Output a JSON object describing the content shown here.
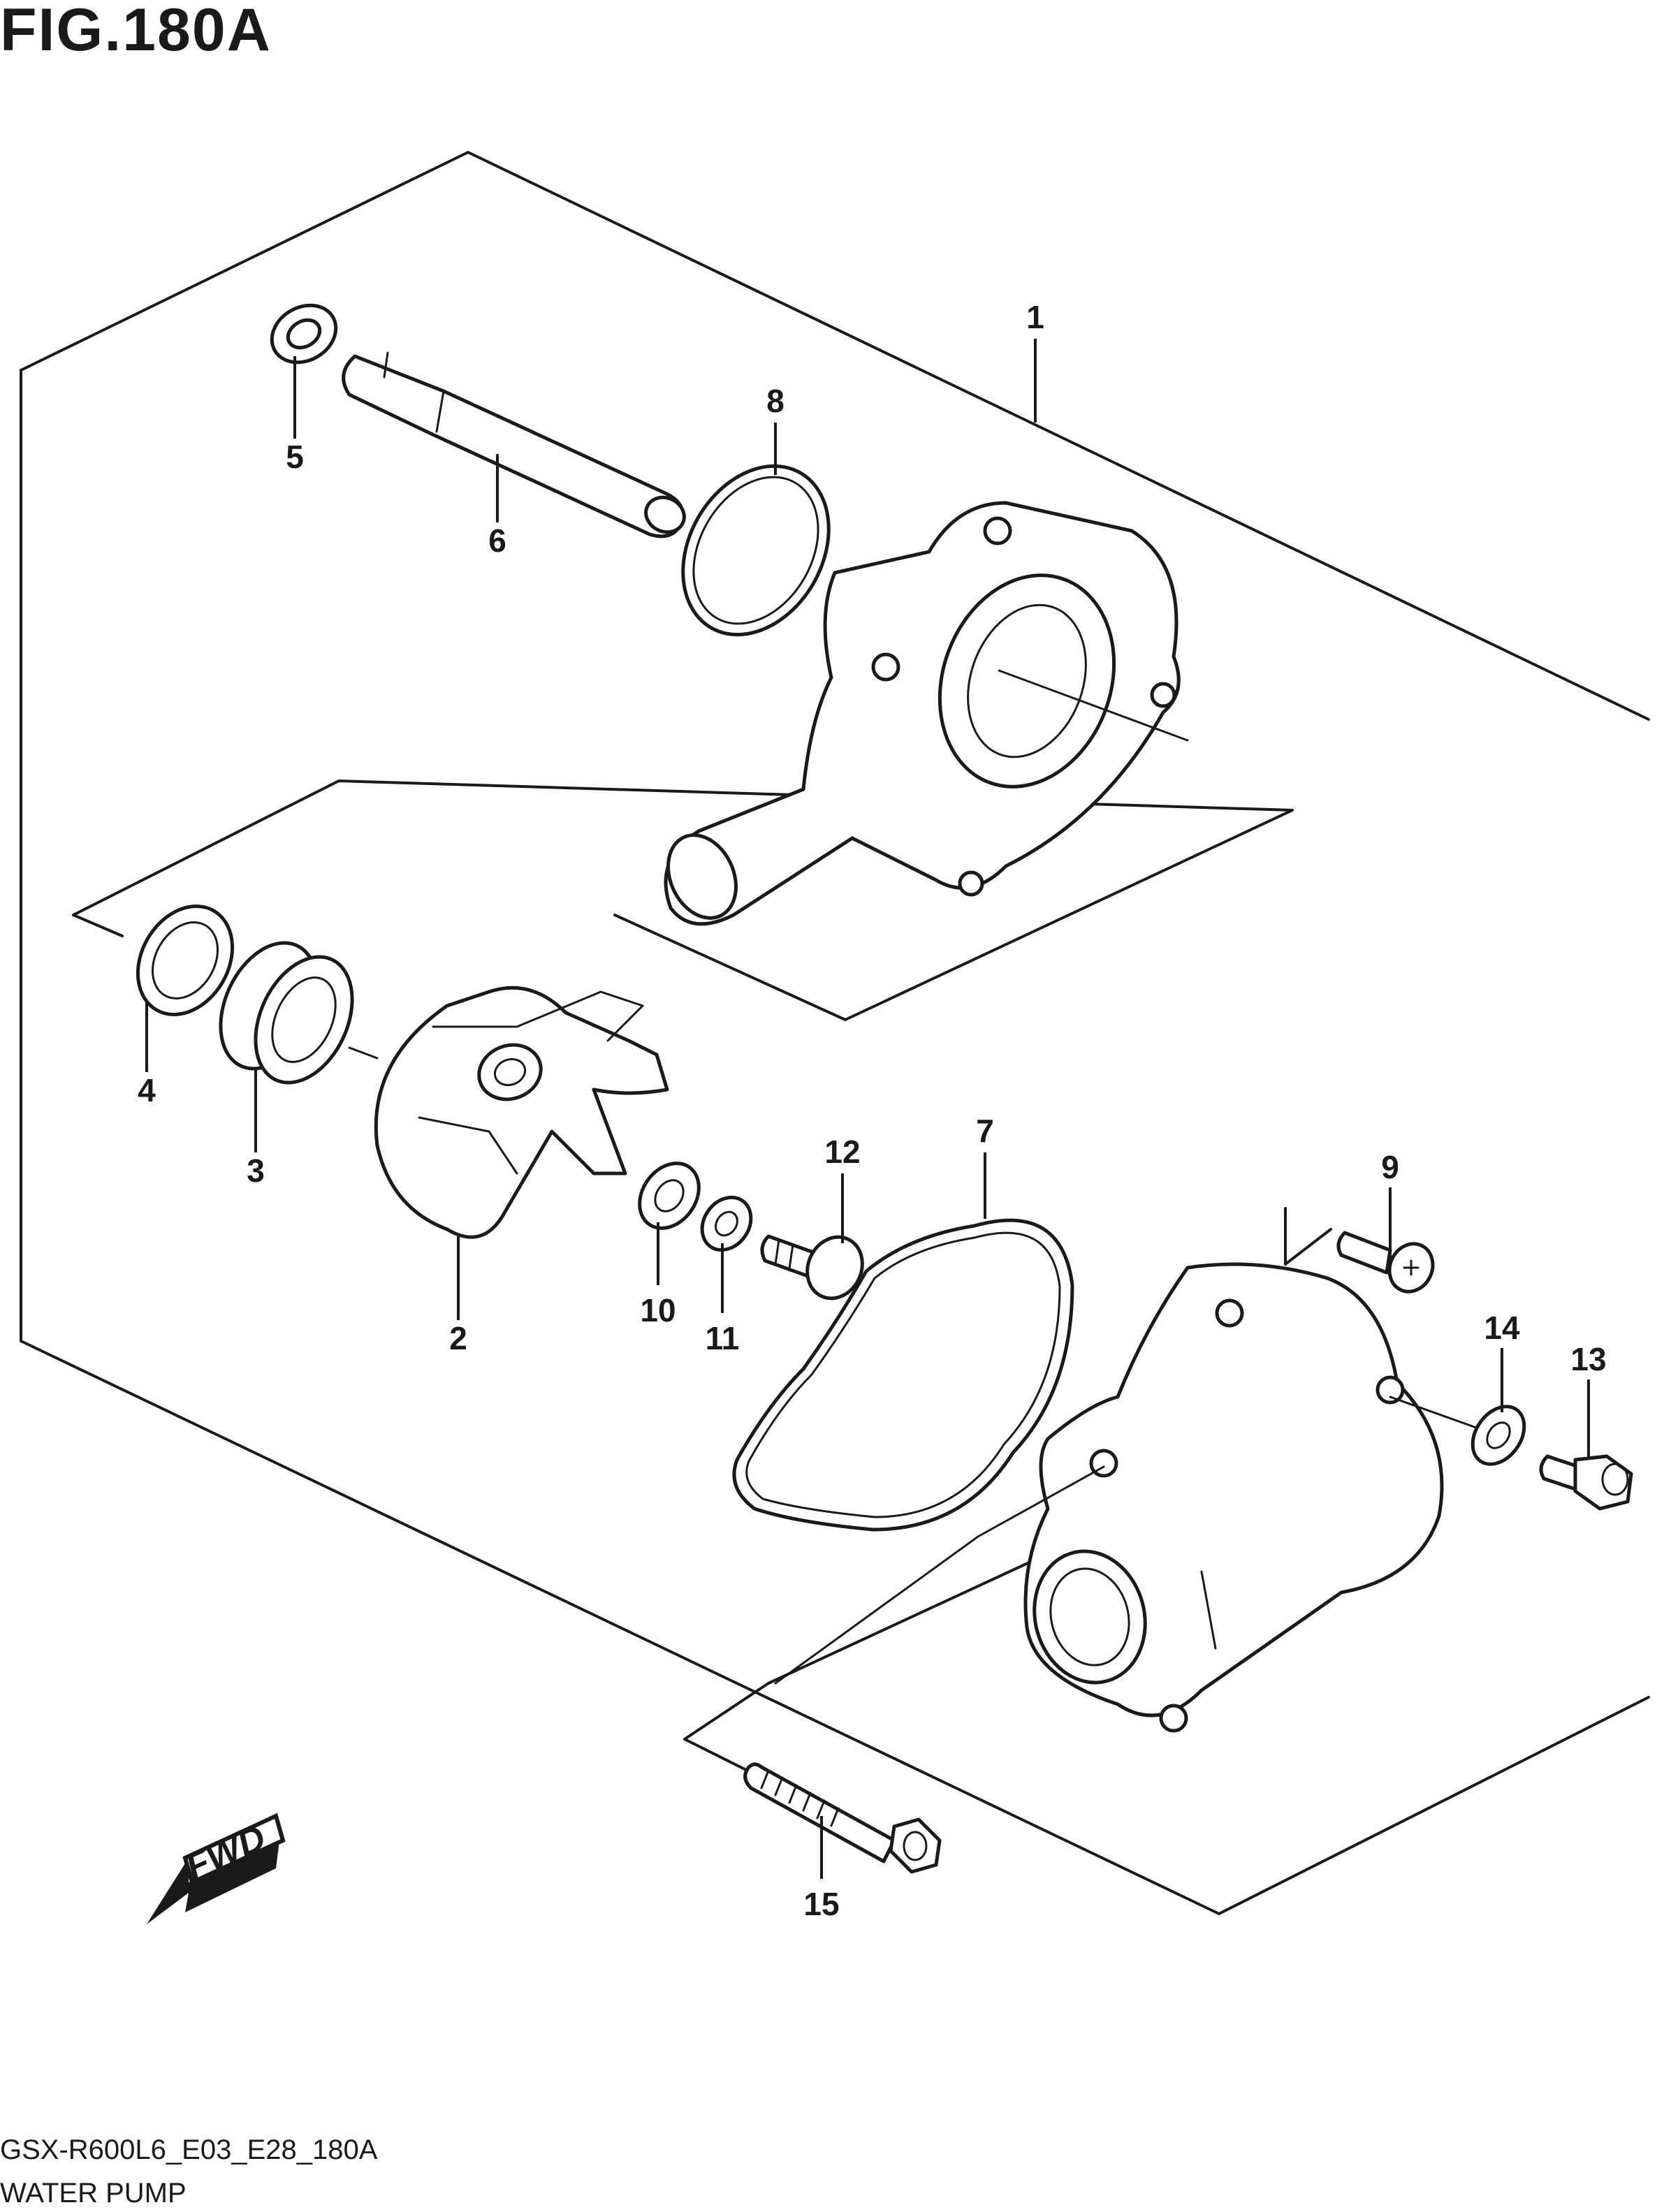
{
  "figure": {
    "title": "FIG.180A",
    "code": "GSX-R600L6_E03_E28_180A",
    "name": "WATER PUMP"
  },
  "arrow": {
    "label": "FWD"
  },
  "callouts": [
    "1",
    "2",
    "3",
    "4",
    "5",
    "6",
    "7",
    "8",
    "9",
    "10",
    "11",
    "12",
    "13",
    "14",
    "15"
  ],
  "colors": {
    "ink": "#1a1a1a",
    "background": "#ffffff"
  }
}
